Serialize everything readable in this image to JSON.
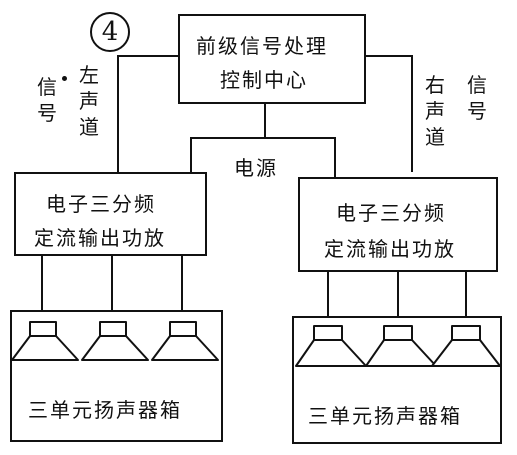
{
  "figure_number": "4",
  "center": {
    "line1": "前级信号处理",
    "line2": "控制中心"
  },
  "power_label": "电源",
  "left_channel": {
    "chars": [
      "左",
      "声",
      "道"
    ],
    "signal_chars": [
      "信",
      "号"
    ]
  },
  "right_channel": {
    "chars": [
      "右",
      "声",
      "道"
    ],
    "signal_chars": [
      "信",
      "号"
    ]
  },
  "amp_left": {
    "line1": "电子三分频",
    "line2": "定流输出功放"
  },
  "amp_right": {
    "line1": "电子三分频",
    "line2": "定流输出功放"
  },
  "speaker_left": {
    "label": "三单元扬声器箱"
  },
  "speaker_right": {
    "label": "三单元扬声器箱"
  }
}
